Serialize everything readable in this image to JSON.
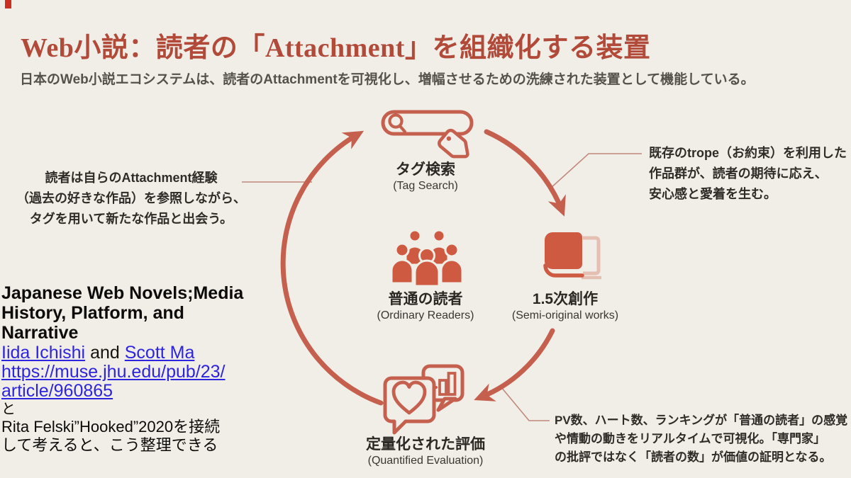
{
  "colors": {
    "background": "#f1eee8",
    "accent_stroke": "#c4604d",
    "accent_fill": "#cf5a42",
    "title_red": "#b24a3a",
    "link_blue": "#2d24e0",
    "connector_line": "#c0897c"
  },
  "header": {
    "title": "Web小説：読者の「Attachment」を組織化する装置",
    "subtitle": "日本のWeb小説エコシステムは、読者のAttachmentを可視化し、増幅させるための洗練された装置として機能している。"
  },
  "diagram": {
    "type": "cycle",
    "nodes": [
      {
        "id": "tag-search",
        "icon": "search-bar-tag-icon",
        "label_ja": "タグ検索",
        "label_en": "(Tag Search)"
      },
      {
        "id": "ordinary-readers",
        "icon": "people-group-icon",
        "label_ja": "普通の読者",
        "label_en": "(Ordinary Readers)"
      },
      {
        "id": "semi-original-works",
        "icon": "book-icon",
        "label_ja": "1.5次創作",
        "label_en": "(Semi-original works)"
      },
      {
        "id": "quantified-evaluation",
        "icon": "chat-bubbles-heart-chart-icon",
        "label_ja": "定量化された評価",
        "label_en": "(Quantified Evaluation)"
      }
    ],
    "annotations": {
      "left": {
        "lines": [
          "読者は自らのAttachment経験",
          "（過去の好きな作品）を参照しながら、",
          "タグを用いて新たな作品と出会う。"
        ]
      },
      "top_right": {
        "lines": [
          "既存のtrope（お約束）を利用した",
          "作品群が、読者の期待に応え、",
          "安心感と愛着を生む。"
        ]
      },
      "bottom_right": {
        "lines": [
          "PV数、ハート数、ランキングが「普通の読者」の感覚",
          "や情動の動きをリアルタイムで可視化。「専門家」",
          "の批評ではなく「読者の数」が価値の証明となる。"
        ]
      }
    }
  },
  "citation": {
    "title_lines": [
      "Japanese Web Novels;Media",
      "History, Platform, and",
      "Narrative"
    ],
    "author_link_1": "Iida Ichishi",
    "author_separator": " and ",
    "author_link_2": "Scott Ma",
    "url_lines": [
      "https://muse.jhu.edu/pub/23/",
      "article/960865"
    ],
    "conjunction": "と",
    "note_lines": [
      "Rita Felski”Hooked”2020を接続",
      "して考えると、こう整理できる"
    ]
  }
}
